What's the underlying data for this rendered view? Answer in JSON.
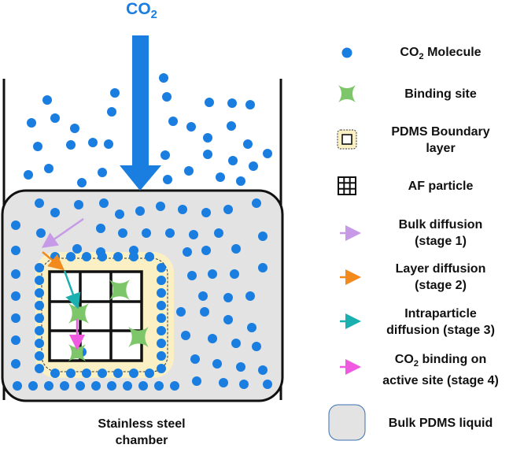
{
  "diagram": {
    "inlet_label_main": "CO",
    "inlet_label_sub": "2",
    "chamber_label_line1": "Stainless steel",
    "chamber_label_line2": "chamber"
  },
  "colors": {
    "co2": "#1a7ee0",
    "binding_site": "#7dc76a",
    "boundary_layer": "#fbefc4",
    "pdms_liquid": "#e3e3e3",
    "stage1": "#c79ae8",
    "stage2": "#f28a1e",
    "stage3": "#1ab0b0",
    "stage4": "#f05ae0"
  },
  "legend": [
    {
      "icon": "co2-molecule-icon",
      "line1_pre": "CO",
      "line1_sub": "2",
      "line1_post": " Molecule",
      "line2": ""
    },
    {
      "icon": "binding-site-icon",
      "line1_pre": "Binding site",
      "line1_sub": "",
      "line1_post": "",
      "line2": ""
    },
    {
      "icon": "pdms-boundary-icon",
      "line1_pre": "PDMS Boundary",
      "line1_sub": "",
      "line1_post": "",
      "line2": "layer"
    },
    {
      "icon": "af-particle-icon",
      "line1_pre": "AF particle",
      "line1_sub": "",
      "line1_post": "",
      "line2": ""
    },
    {
      "icon": "bulk-diffusion-arrow-icon",
      "line1_pre": "Bulk diffusion",
      "line1_sub": "",
      "line1_post": "",
      "line2": "(stage 1)"
    },
    {
      "icon": "layer-diffusion-arrow-icon",
      "line1_pre": "Layer diffusion",
      "line1_sub": "",
      "line1_post": "",
      "line2": "(stage 2)"
    },
    {
      "icon": "intraparticle-diffusion-arrow-icon",
      "line1_pre": "Intraparticle",
      "line1_sub": "",
      "line1_post": "",
      "line2": "diffusion (stage 3)"
    },
    {
      "icon": "co2-binding-arrow-icon",
      "line1_pre": "CO",
      "line1_sub": "2",
      "line1_post": " binding on",
      "line2": "active site (stage 4)"
    },
    {
      "icon": "bulk-pdms-liquid-icon",
      "line1_pre": "Bulk PDMS liquid",
      "line1_sub": "",
      "line1_post": "",
      "line2": ""
    }
  ]
}
